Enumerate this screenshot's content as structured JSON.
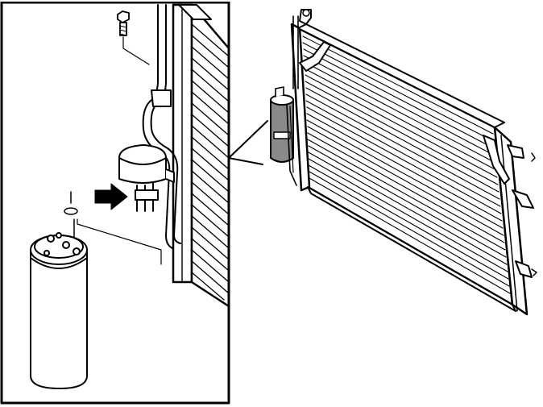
{
  "figure": {
    "stroke_color": "#000000",
    "fill_color": "#ffffff",
    "shade_color": "#8a8a8a",
    "parts": [
      "detail-inset-frame",
      "mounting-bolt",
      "refrigerant-pipe",
      "receiver-drier-bracket",
      "direction-arrow",
      "o-ring-seal",
      "receiver-drier-canister",
      "condenser-core-detail",
      "condenser-assembly",
      "mounted-receiver-drier",
      "callout-pointer"
    ]
  }
}
